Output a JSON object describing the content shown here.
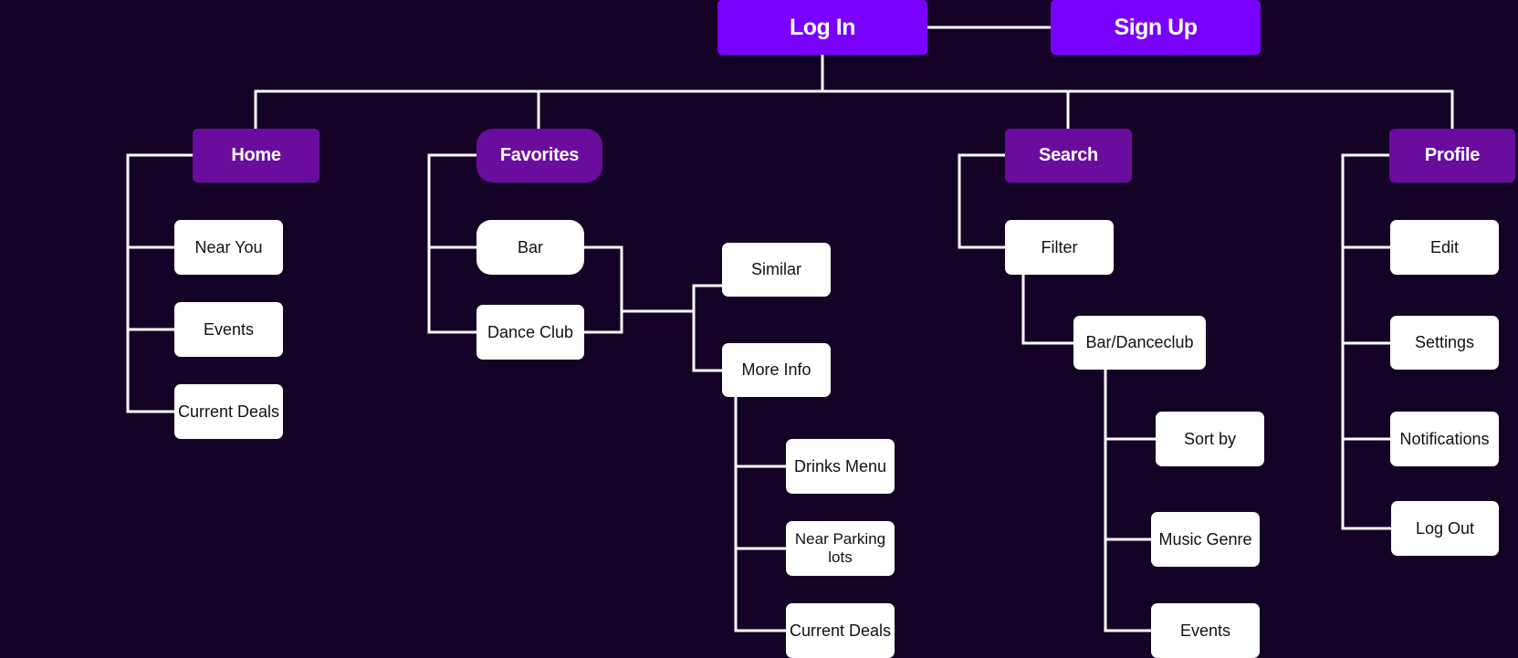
{
  "nodes": {
    "login": "Log In",
    "signup": "Sign Up",
    "home": "Home",
    "favorites": "Favorites",
    "search": "Search",
    "profile": "Profile",
    "home_near_you": "Near You",
    "home_events": "Events",
    "home_current_deals": "Current Deals",
    "fav_bar": "Bar",
    "fav_dance_club": "Dance Club",
    "fav_similar": "Similar",
    "fav_more_info": "More Info",
    "fav_drinks_menu": "Drinks Menu",
    "fav_near_parking": "Near Parking lots",
    "fav_current_deals": "Current Deals",
    "search_filter": "Filter",
    "search_bar_danceclub": "Bar/Danceclub",
    "search_sort_by": "Sort by",
    "search_music_genre": "Music Genre",
    "search_events": "Events",
    "profile_edit": "Edit",
    "profile_settings": "Settings",
    "profile_notifications": "Notifications",
    "profile_log_out": "Log Out"
  },
  "colors": {
    "background": "#140326",
    "top_node": "#7a00ff",
    "section_node": "#6a0d9e",
    "leaf_node": "#ffffff",
    "connector": "#ffffff"
  }
}
